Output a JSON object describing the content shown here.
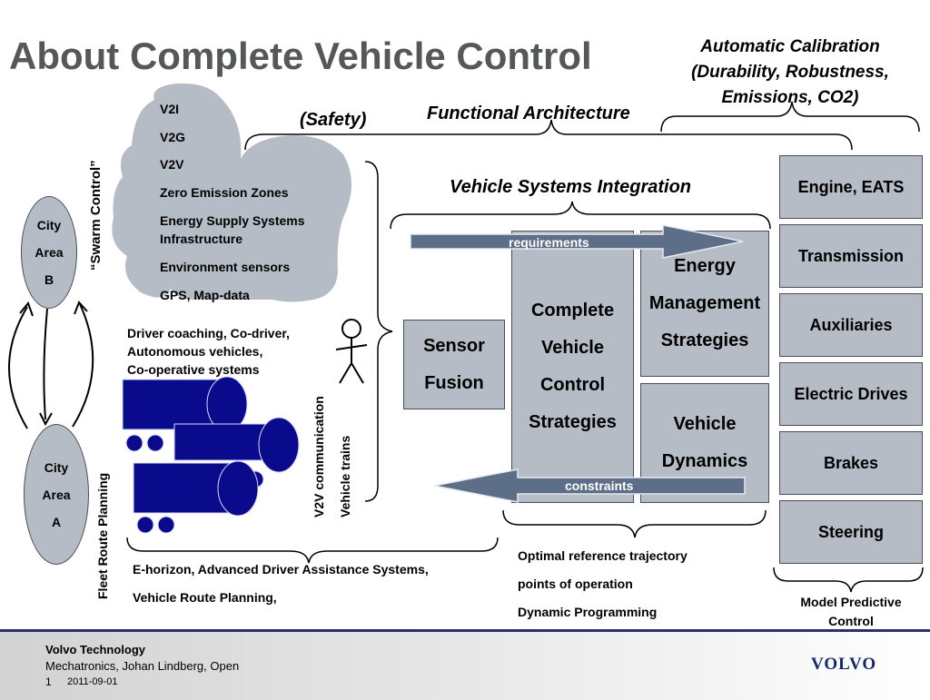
{
  "title": "About Complete Vehicle Control",
  "headers": {
    "auto_calibration": [
      "Automatic Calibration",
      "(Durability, Robustness,",
      "Emissions, CO2)"
    ],
    "safety": "(Safety)",
    "functional_architecture": "Functional Architecture",
    "vehicle_systems_integration": "Vehicle Systems Integration"
  },
  "cloud_items": [
    "V2I",
    "V2G",
    "V2V",
    "Zero Emission Zones",
    "Energy Supply Systems",
    "Infrastructure",
    "Environment sensors",
    "GPS, Map-data"
  ],
  "swarm_control": "“Swarm Control”",
  "city_b": [
    "City",
    "Area",
    "B"
  ],
  "city_a": [
    "City",
    "Area",
    "A"
  ],
  "driver_text": [
    "Driver coaching, Co-driver,",
    "Autonomous vehicles,",
    "Co-operative systems"
  ],
  "vertical_labels": {
    "v2v": "V2V communication",
    "vehicle_trains": "Vehicle trains",
    "fleet": "Fleet Route Planning"
  },
  "ehorizon": [
    "E-horizon, Advanced Driver Assistance Systems,",
    "Vehicle Route Planning,"
  ],
  "sensor_fusion": [
    "Sensor",
    "Fusion"
  ],
  "cvcs": [
    "Complete",
    "Vehicle",
    "Control",
    "Strategies"
  ],
  "energy_mgmt": [
    "Energy",
    "Management",
    "Strategies"
  ],
  "vehicle_dynamics": [
    "Vehicle",
    "Dynamics"
  ],
  "arrows": {
    "requirements": "requirements",
    "constraints": "constraints"
  },
  "optimal": [
    "Optimal reference trajectory",
    "points of operation",
    "Dynamic Programming"
  ],
  "right_boxes": [
    "Engine, EATS",
    "Transmission",
    "Auxiliaries",
    "Electric Drives",
    "Brakes",
    "Steering"
  ],
  "mpc": [
    "Model Predictive",
    "Control"
  ],
  "footer": {
    "org": "Volvo Technology",
    "dept": "Mechatronics, Johan Lindberg, Open",
    "page": "1",
    "date": "2011-09-01",
    "logo": "VOLVO"
  },
  "colors": {
    "box_fill": "#b6bcc6",
    "arrow_fill": "#5d6e88",
    "truck_blue": "#0a0a8c",
    "title_gray": "#555759",
    "footer_rule": "#2b2f6b"
  }
}
